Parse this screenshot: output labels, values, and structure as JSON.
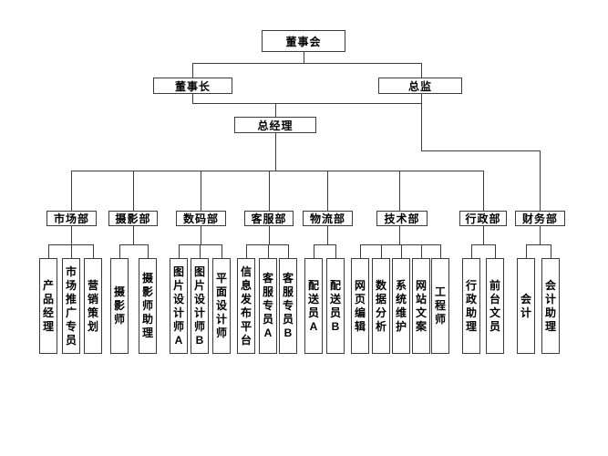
{
  "org": {
    "board": {
      "label": "董事会"
    },
    "chairman": {
      "label": "董事长"
    },
    "director": {
      "label": "总监"
    },
    "general_manager": {
      "label": "总经理"
    },
    "departments": [
      {
        "label": "市场部",
        "children": [
          "产品经理",
          "市场推广专员",
          "营销策划"
        ]
      },
      {
        "label": "摄影部",
        "children": [
          "摄影师",
          "摄影师助理"
        ]
      },
      {
        "label": "数码部",
        "children": [
          "图片设计师A",
          "图片设计师B",
          "平面设计师"
        ]
      },
      {
        "label": "客服部",
        "children": [
          "信息发布平台",
          "客服专员A",
          "客服专员B"
        ]
      },
      {
        "label": "物流部",
        "children": [
          "配送员A",
          "配送员B"
        ]
      },
      {
        "label": "技术部",
        "children": [
          "网页编辑",
          "数据分析",
          "系统维护",
          "网站文案",
          "工程师"
        ]
      },
      {
        "label": "行政部",
        "children": [
          "行政助理",
          "前台文员"
        ]
      },
      {
        "label": "财务部",
        "children": [
          "会计",
          "会计助理"
        ]
      }
    ],
    "colors": {
      "background": "#ffffff",
      "line": "#3c3c3c",
      "border": "#3c3c3c",
      "text": "#000000"
    }
  }
}
